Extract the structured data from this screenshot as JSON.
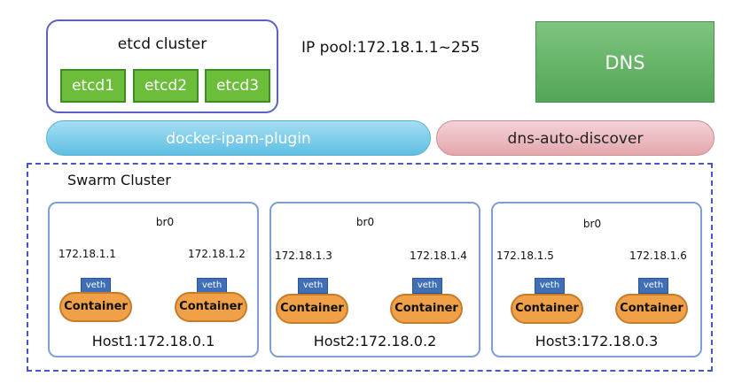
{
  "etcd": {
    "title": "etcd cluster",
    "nodes": [
      "etcd1",
      "etcd2",
      "etcd3"
    ]
  },
  "ip_pool": "IP pool:172.18.1.1~255",
  "dns": "DNS",
  "ipam_plugin": "docker-ipam-plugin",
  "dns_discover": "dns-auto-discover",
  "swarm": {
    "title": "Swarm Cluster",
    "hosts": [
      {
        "label": "Host1:172.18.0.1",
        "bridge": "br0",
        "ips": [
          "172.18.1.1",
          "172.18.1.2"
        ],
        "veth": "veth",
        "container": "Container"
      },
      {
        "label": "Host2:172.18.0.2",
        "bridge": "br0",
        "ips": [
          "172.18.1.3",
          "172.18.1.4"
        ],
        "veth": "veth",
        "container": "Container"
      },
      {
        "label": "Host3:172.18.0.3",
        "bridge": "br0",
        "ips": [
          "172.18.1.5",
          "172.18.1.6"
        ],
        "veth": "veth",
        "container": "Container"
      }
    ]
  },
  "colors": {
    "bridge_fill": "#cbb9ee",
    "bridge_stroke": "#8a74cf",
    "link": "#8fd0d8"
  }
}
